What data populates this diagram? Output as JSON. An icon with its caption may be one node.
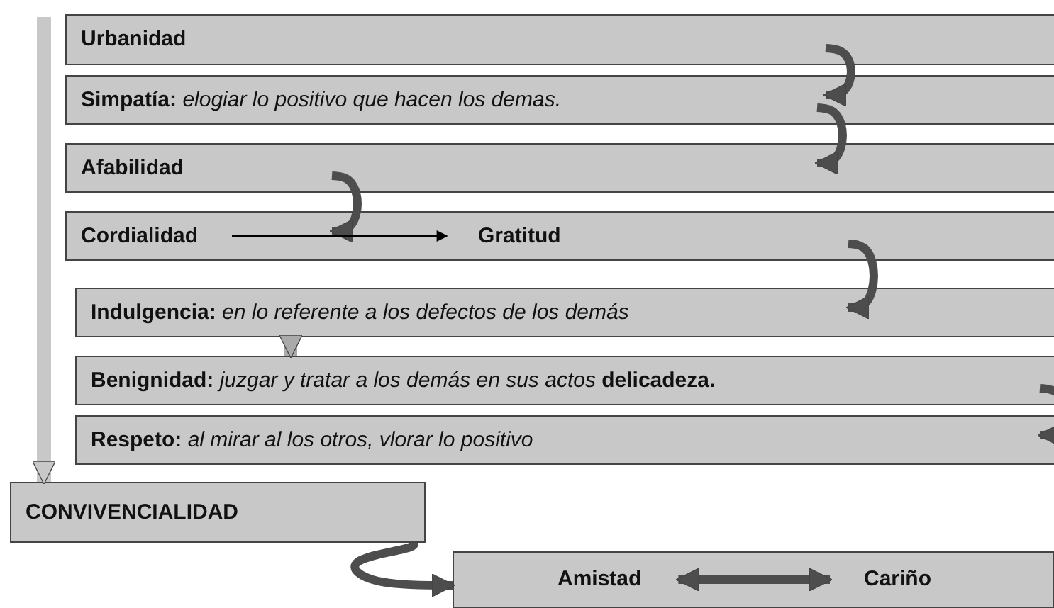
{
  "diagram": {
    "nodes": [
      {
        "text": [
          "Urbanidad"
        ]
      },
      {
        "text": [
          "Simpatía: *elogiar lo positivo que hacen los demas.*"
        ]
      },
      {
        "text": [
          "Afabilidad"
        ]
      },
      {
        "text": [],
        "shape": "box"
      },
      {
        "text": [
          "Cordialidad"
        ],
        "in": 3
      },
      {
        "text": [
          "Gratitud"
        ],
        "in": 3
      },
      {
        "text": [
          "Indulgencia: *en lo referente a los defectos de los demás*"
        ]
      },
      {
        "text": [
          "Benignidad: *juzgar y tratar a los demás en sus actos* delicadeza."
        ]
      },
      {
        "text": [
          "Respeto: *al mirar al los  otros, vlorar lo positivo*"
        ]
      },
      {
        "text": [
          "CONVIVENCIALIDAD"
        ]
      },
      {
        "text": [],
        "shape": "box"
      },
      {
        "text": [
          "Amistad"
        ],
        "in": 10
      },
      {
        "text": [
          "Cariño"
        ],
        "in": 10
      }
    ],
    "edges": [
      {
        "from": 0,
        "to": 1,
        "arrow": "to"
      },
      {
        "from": 1,
        "to": 2,
        "arrow": "to"
      },
      {
        "from": 2,
        "to": 3,
        "arrow": "to"
      },
      {
        "from": 4,
        "to": 5,
        "arrow": "to",
        "color": "#000000"
      },
      {
        "from": 3,
        "to": 6,
        "arrow": "to"
      },
      {
        "from": 6,
        "to": 7,
        "arrow": "to",
        "color": "#aaaaaa"
      },
      {
        "from": 7,
        "to": 8,
        "arrow": "to"
      },
      {
        "from": null,
        "to": 9,
        "arrow": "to",
        "color": "#c8c8c8"
      },
      {
        "from": 9,
        "to": 10,
        "arrow": "to"
      },
      {
        "from": 11,
        "to": 12,
        "arrow": "both"
      }
    ]
  }
}
